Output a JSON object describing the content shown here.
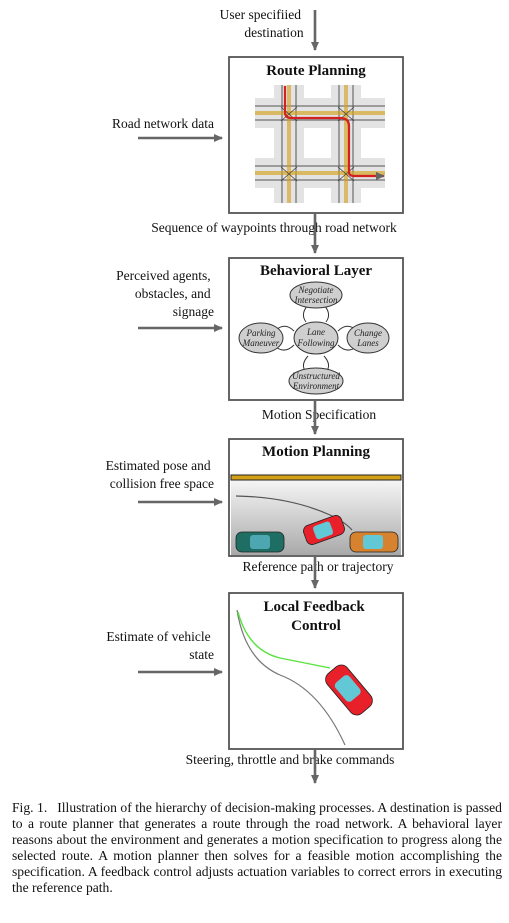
{
  "inputs": {
    "destination": [
      "User specifiied",
      "destination"
    ],
    "road_network": [
      "Road network data"
    ],
    "perceived": [
      "Perceived agents,",
      "obstacles, and",
      "signage"
    ],
    "pose": [
      "Estimated pose and",
      "collision free space"
    ],
    "vehicle_state": [
      "Estimate of vehicle",
      "state"
    ]
  },
  "stages": {
    "route": {
      "title": [
        "Route Planning"
      ]
    },
    "behavior": {
      "title": [
        "Behavioral Layer"
      ],
      "nodes": {
        "negotiate": [
          "Negotiate",
          "Intersection"
        ],
        "parking": [
          "Parking",
          "Maneuver"
        ],
        "lane": [
          "Lane",
          "Following"
        ],
        "change": [
          "Change",
          "Lanes"
        ],
        "unstructured": [
          "Unstructured",
          "Environment"
        ]
      }
    },
    "motion": {
      "title": [
        "Motion Planning"
      ]
    },
    "control": {
      "title": [
        "Local Feedback",
        "Control"
      ]
    }
  },
  "outputs": {
    "waypoints": [
      "Sequence of waypoints through road network"
    ],
    "motion_spec": [
      "Motion Specification"
    ],
    "reference": [
      "Reference path or trajectory"
    ],
    "commands": [
      "Steering, throttle and brake commands"
    ]
  },
  "caption": {
    "label": "Fig. 1.",
    "text": "Illustration of the hierarchy of decision-making processes. A destination is passed to a route planner that generates a route through the road network. A behavioral layer reasons about the environment and generates a motion specification to progress along the selected route. A motion planner then solves for a feasible motion accomplishing the specification. A feedback control adjusts actuation variables to correct errors in executing the reference path."
  },
  "colors": {
    "arrow": "#666666",
    "route": "#d42020",
    "car_red": "#e8202a",
    "car_teal": "#1f6e63",
    "car_orange": "#d6822e",
    "path_green": "#57e33c"
  }
}
